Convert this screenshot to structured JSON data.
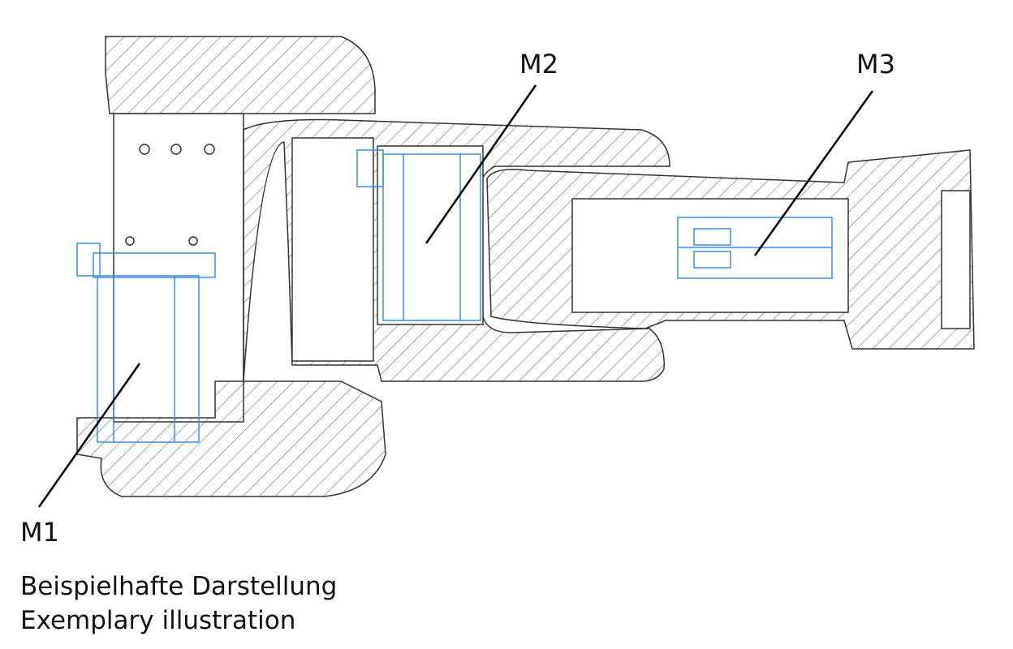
{
  "labels": {
    "m1": "M1",
    "m2": "M2",
    "m3": "M3"
  },
  "caption": {
    "german": "Beispielhafte Darstellung",
    "english": "Exemplary illustration"
  },
  "colors": {
    "outline": "#333333",
    "hatch": "#555555",
    "motor": "#3a8ee6",
    "leader": "#000000"
  }
}
